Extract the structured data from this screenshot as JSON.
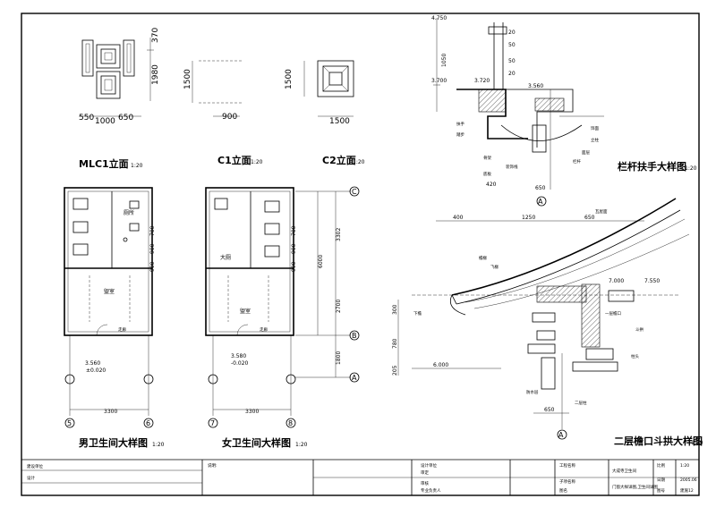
{
  "frame": {
    "border_color": "#000000",
    "background": "#ffffff"
  },
  "elevations": [
    {
      "key": "mlc1",
      "title": "MLC1立面",
      "scale": "1:20",
      "heights": [
        "370",
        "1980"
      ],
      "widths": [
        "550",
        "1000",
        "650"
      ]
    },
    {
      "key": "c1",
      "title": "C1立面",
      "scale": "1:20",
      "height": "1500",
      "width": "900"
    },
    {
      "key": "c2",
      "title": "C2立面",
      "scale": "1:20",
      "height": "1500",
      "width": "1500"
    }
  ],
  "mens_wc": {
    "title": "男卫生间大样图",
    "scale": "1:20",
    "labels": {
      "room": "厕所",
      "wash": "盥室",
      "door": "走廊",
      "level": "3.560",
      "level2": "±0.020"
    },
    "axes": [
      "5",
      "6"
    ],
    "total_width": "3300",
    "dims_right": [
      "700",
      "900",
      "900"
    ]
  },
  "womens_wc": {
    "title": "女卫生间大样图",
    "scale": "1:20",
    "labels": {
      "room": "大厕",
      "wash": "盥室",
      "door": "走廊",
      "level": "3.580",
      "level2": "-0.020"
    },
    "axes": [
      "7",
      "8"
    ],
    "total_width": "3300",
    "dims_right": [
      "700",
      "900",
      "900"
    ]
  },
  "grid_axes": {
    "rows": [
      "C",
      "B",
      "A"
    ],
    "dims": [
      "3302",
      "6000",
      "2700",
      "1800"
    ]
  },
  "railing_detail": {
    "title": "栏杆扶手大样图",
    "scale": "1:20",
    "elevations": [
      "4.750",
      "3.700",
      "3.720"
    ],
    "dims": [
      "1050",
      "20",
      "50",
      "50",
      "20",
      "420",
      "650",
      "3.560"
    ],
    "axis": "A",
    "notes": [
      "扶手",
      "踏步",
      "饰面",
      "立柱",
      "面层",
      "栏杆",
      "装饰线",
      "底板",
      "骨架"
    ]
  },
  "eave_detail": {
    "title": "二层檐口斗拱大样图",
    "scale": "1:20",
    "top_dims": [
      "400",
      "1250",
      "650"
    ],
    "side_dims": [
      "300",
      "780",
      "205"
    ],
    "levels": [
      "7.000",
      "7.550",
      "6.000"
    ],
    "bottom_dims": [
      "650"
    ],
    "axis": "A",
    "notes": [
      "瓦屋面",
      "檐椽",
      "飞椽",
      "一层檐口",
      "斗拱",
      "柱头",
      "下檐",
      "防水层",
      "二层柱"
    ]
  },
  "title_block": {
    "company_label": "建设单位",
    "designer_label": "设计",
    "notes_label": "说明:",
    "project_name": "大成寺卫生间",
    "drawing_name": "门窗大样详图,卫生间详图",
    "rows_left": [
      "设计单位",
      "审定",
      "审核",
      "专业负责人"
    ],
    "rows_right": [
      "工程名称",
      "子项名称",
      "图名"
    ],
    "meta_labels": [
      "比例",
      "日期",
      "图号"
    ],
    "meta_values": [
      "1:20",
      "2005.06",
      "建施12"
    ]
  }
}
